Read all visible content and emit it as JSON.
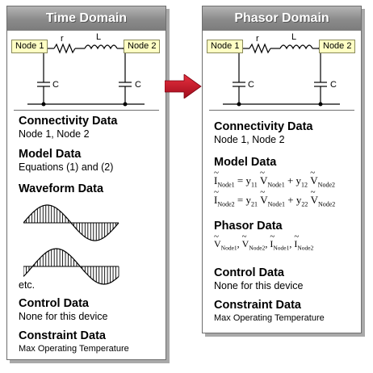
{
  "left_panel": {
    "title": "Time Domain",
    "node1": "Node 1",
    "node2": "Node 2",
    "resistor_label": "r",
    "inductor_label": "L",
    "cap_left_label": "C",
    "cap_right_label": "C",
    "connectivity_title": "Connectivity Data",
    "connectivity_body": "Node 1, Node 2",
    "model_title": "Model Data",
    "model_body": "Equations (1) and (2)",
    "waveform_title": "Waveform Data",
    "waveform_etc": "etc.",
    "control_title": "Control Data",
    "control_body": "None for this device",
    "constraint_title": "Constraint Data",
    "constraint_body": "Max Operating Temperature"
  },
  "right_panel": {
    "title": "Phasor Domain",
    "node1": "Node 1",
    "node2": "Node 2",
    "resistor_label": "r",
    "inductor_label": "L",
    "cap_left_label": "C",
    "cap_right_label": "C",
    "connectivity_title": "Connectivity Data",
    "connectivity_body": "Node 1, Node 2",
    "model_title": "Model Data",
    "eq1": {
      "lhs": "I",
      "lhs_sub": "Node1",
      "y1": "y",
      "y1_sub": "11",
      "v1": "V",
      "v1_sub": "Node1",
      "y2": "y",
      "y2_sub": "12",
      "v2": "V",
      "v2_sub": "Node2"
    },
    "eq2": {
      "lhs": "I",
      "lhs_sub": "Node2",
      "y1": "y",
      "y1_sub": "21",
      "v1": "V",
      "v1_sub": "Node1",
      "y2": "y",
      "y2_sub": "22",
      "v2": "V",
      "v2_sub": "Node2"
    },
    "phasor_title": "Phasor Data",
    "phasor_items": [
      {
        "sym": "V",
        "sub": "Node1"
      },
      {
        "sym": "V",
        "sub": "Node2"
      },
      {
        "sym": "I",
        "sub": "Node1"
      },
      {
        "sym": "I",
        "sub": "Node2"
      }
    ],
    "control_title": "Control Data",
    "control_body": "None for this device",
    "constraint_title": "Constraint Data",
    "constraint_body": "Max Operating Temperature"
  },
  "colors": {
    "arrow": "#c8102e",
    "header_gradient_top": "#b4b4b4",
    "header_gradient_bottom": "#7c7c7c",
    "node_fill": "#ffffc4"
  }
}
